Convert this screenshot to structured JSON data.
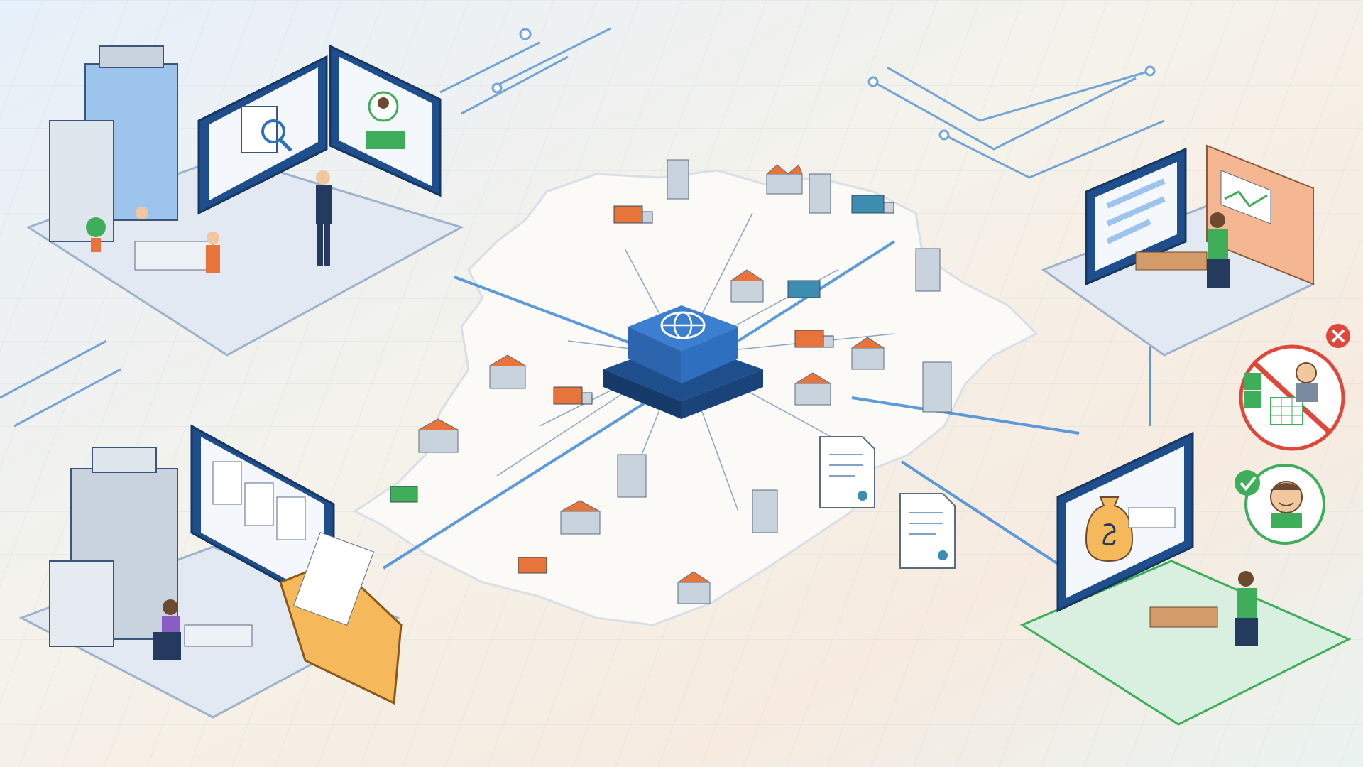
{
  "scene": {
    "background": {
      "top_left": "#e8f1fa",
      "center": "#f6f1e6",
      "bottom_left": "#f8e9dc",
      "bottom_right": "#eaf2f0"
    },
    "palette": {
      "primary_blue": "#2f6fc0",
      "dark_blue": "#1f4e8c",
      "navy": "#243a5e",
      "light_blue": "#9cc4ec",
      "orange": "#e8743b",
      "building_gray": "#c9d3de",
      "green": "#3fae5a",
      "red": "#e0473b",
      "folder_yellow": "#f5b95c",
      "platform_gray": "#e3e9f2",
      "platform_green": "#d9efdf",
      "line_blue": "#4b8fd6",
      "map_white": "#fbfaf7"
    },
    "hub": {
      "icon": "globe-icon"
    },
    "panels": [
      {
        "id": "top-left",
        "icons": [
          "office-building-icon",
          "document-search-icon",
          "user-profile-icon",
          "presenter-person-icon",
          "desk-workers-icon",
          "potted-plant-icon"
        ]
      },
      {
        "id": "bottom-left",
        "icons": [
          "office-building-icon",
          "documents-icon",
          "folder-icon",
          "worker-at-desk-icon"
        ]
      },
      {
        "id": "top-right",
        "icons": [
          "web-form-icon",
          "chart-board-icon",
          "worker-at-desk-icon"
        ]
      },
      {
        "id": "bottom-right",
        "icons": [
          "money-bag-icon",
          "worker-at-desk-icon",
          "happy-user-icon",
          "check-icon"
        ]
      }
    ],
    "badges": {
      "error": {
        "icons": [
          "spreadsheet-icon",
          "stressed-person-icon",
          "close-icon"
        ]
      },
      "success": {
        "icons": [
          "happy-user-icon",
          "check-icon"
        ]
      }
    },
    "map_nodes": [
      {
        "kind": "factory"
      },
      {
        "kind": "tower"
      },
      {
        "kind": "shop"
      },
      {
        "kind": "truck"
      },
      {
        "kind": "warehouse"
      },
      {
        "kind": "apartment"
      },
      {
        "kind": "hq"
      }
    ],
    "document_icons": [
      "contract-document-icon",
      "contract-document-icon"
    ]
  }
}
